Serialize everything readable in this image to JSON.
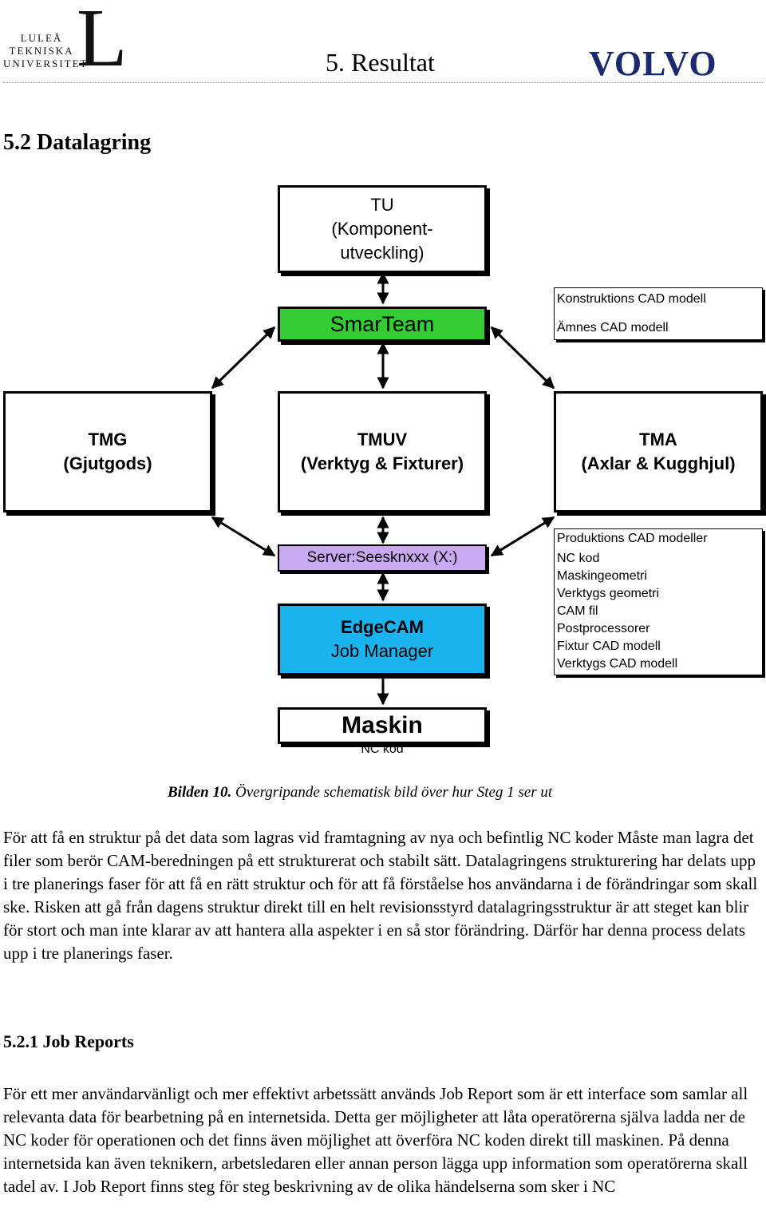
{
  "header": {
    "logo_lines": [
      "LULEÅ",
      "TEKNISKA",
      "UNIVERSITET"
    ],
    "logo_letter": "L",
    "title": "5. Resultat",
    "brand": "VOLVO"
  },
  "section": {
    "heading": "5.2 Datalagring"
  },
  "diagram": {
    "tu": {
      "line1": "TU",
      "line2": "(Komponent-",
      "line3": "utveckling)"
    },
    "smarteam": {
      "label": "SmarTeam",
      "color": "#33cc33"
    },
    "models_box": {
      "items": [
        "Konstruktions CAD modell",
        "Ämnes CAD modell"
      ]
    },
    "tmg": {
      "line1": "TMG",
      "line2": "(Gjutgods)"
    },
    "tmuv": {
      "line1": "TMUV",
      "line2": "(Verktyg & Fixturer)"
    },
    "tma": {
      "line1": "TMA",
      "line2": "(Axlar & Kugghjul)"
    },
    "server": {
      "label": "Server:Seesknxxx (X:)",
      "color": "#c8a8f0"
    },
    "edgecam": {
      "line1": "EdgeCAM",
      "line2": "Job Manager",
      "color": "#19b4f0"
    },
    "production_box": {
      "items": [
        "Produktions CAD modeller",
        "NC kod",
        "Maskingeometri",
        "Verktygs geometri",
        "CAM fil",
        "Postprocessorer",
        "Fixtur CAD modell",
        "Verktygs CAD modell"
      ]
    },
    "maskin": {
      "label": "Maskin",
      "sub": "NC kod"
    }
  },
  "caption": {
    "figure": "Bilden 10.",
    "text": " Övergripande schematisk bild över hur Steg 1 ser ut"
  },
  "paragraph1": "För att få en struktur på det data som lagras vid framtagning av nya och befintlig NC koder Måste man lagra det filer som berör CAM-beredningen på ett strukturerat och stabilt sätt. Datalagringens strukturering har delats upp i tre planerings faser för att få en rätt struktur och för att få förståelse hos användarna i de förändringar som skall ske. Risken att gå från dagens struktur direkt till en helt revisionsstyrd datalagringsstruktur är att steget kan blir för stort och man inte klarar av att hantera alla aspekter i en så stor förändring. Därför har denna process delats upp i tre planerings faser.",
  "subsection": {
    "heading": "5.2.1 Job Reports"
  },
  "paragraph2": "För ett mer användarvänligt och mer effektivt arbetssätt används Job Report som är ett interface som samlar all relevanta data för bearbetning på en internetsida. Detta ger möjligheter att låta operatörerna själva ladda ner de NC koder för operationen och det finns även möjlighet att överföra NC koden direkt till maskinen. På denna internetsida kan även teknikern, arbetsledaren eller annan person lägga upp information som operatörerna skall tadel av. I Job Report finns steg för steg beskrivning av de olika händelserna som sker i NC"
}
